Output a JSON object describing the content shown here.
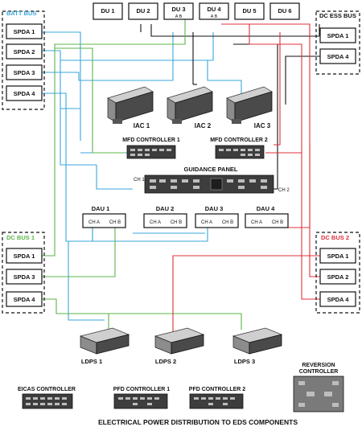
{
  "diagram": {
    "title": "ELECTRICAL POWER DISTRIBUTION TO EDS COMPONENTS",
    "buses": {
      "batt": {
        "label": "BATT BUS",
        "color": "#3aa7dc",
        "spdas": [
          "SPDA 1",
          "SPDA 2",
          "SPDA 3",
          "SPDA 4"
        ]
      },
      "dc_ess": {
        "label": "DC ESS BUS",
        "color": "#111111",
        "spdas": [
          "SPDA 1",
          "SPDA 4"
        ]
      },
      "dc1": {
        "label": "DC BUS 1",
        "color": "#5bb548",
        "spdas": [
          "SPDA 1",
          "SPDA 3",
          "SPDA 4"
        ]
      },
      "dc2": {
        "label": "DC BUS 2",
        "color": "#e0303a",
        "spdas": [
          "SPDA 1",
          "SPDA 2",
          "SPDA 4"
        ]
      }
    },
    "display_units": [
      {
        "label": "DU 1",
        "sub": ""
      },
      {
        "label": "DU 2",
        "sub": ""
      },
      {
        "label": "DU 3",
        "sub": "A   B"
      },
      {
        "label": "DU 4",
        "sub": "A   B"
      },
      {
        "label": "DU 5",
        "sub": ""
      },
      {
        "label": "DU 6",
        "sub": ""
      }
    ],
    "iacs": [
      "IAC 1",
      "IAC 2",
      "IAC 3"
    ],
    "mfd_controllers": [
      "MFD CONTROLLER 1",
      "MFD CONTROLLER 2"
    ],
    "guidance_panel": {
      "label": "GUIDANCE PANEL",
      "ch1": "CH 1",
      "ch2": "CH 2"
    },
    "daus": [
      {
        "label": "DAU 1",
        "cha": "CH A",
        "chb": "CH B"
      },
      {
        "label": "DAU 2",
        "cha": "CH A",
        "chb": "CH B"
      },
      {
        "label": "DAU 3",
        "cha": "CH A",
        "chb": "CH B"
      },
      {
        "label": "DAU 4",
        "cha": "CH A",
        "chb": "CH B"
      }
    ],
    "ldps": [
      "LDPS 1",
      "LDPS 2",
      "LDPS 3"
    ],
    "reversion_controller": [
      "REVERSION",
      "CONTROLLER"
    ],
    "eicas_controller": "EICAS CONTROLLER",
    "pfd_controllers": [
      "PFD CONTROLLER 1",
      "PFD CONTROLLER 2"
    ],
    "wire_colors": {
      "black": "#111111",
      "blue": "#3aa7dc",
      "green": "#5bb548",
      "red": "#e0303a"
    }
  }
}
